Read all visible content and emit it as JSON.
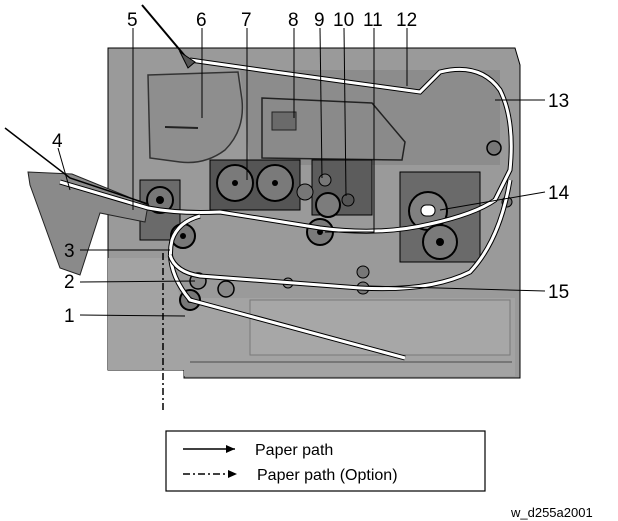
{
  "callouts": {
    "c1": "1",
    "c2": "2",
    "c3": "3",
    "c4": "4",
    "c5": "5",
    "c6": "6",
    "c7": "7",
    "c8": "8",
    "c9": "9",
    "c10": "10",
    "c11": "11",
    "c12": "12",
    "c13": "13",
    "c14": "14",
    "c15": "15"
  },
  "legend": {
    "solid_label": "Paper path",
    "dashed_label": "Paper path (Option)"
  },
  "figure_id": "w_d255a2001",
  "colors": {
    "machine_fill": "#9a9a9a",
    "machine_dark": "#6e6e6e",
    "roller_fill": "#5a5a5a",
    "paper_path": "#ffffff",
    "outline": "#000000"
  }
}
